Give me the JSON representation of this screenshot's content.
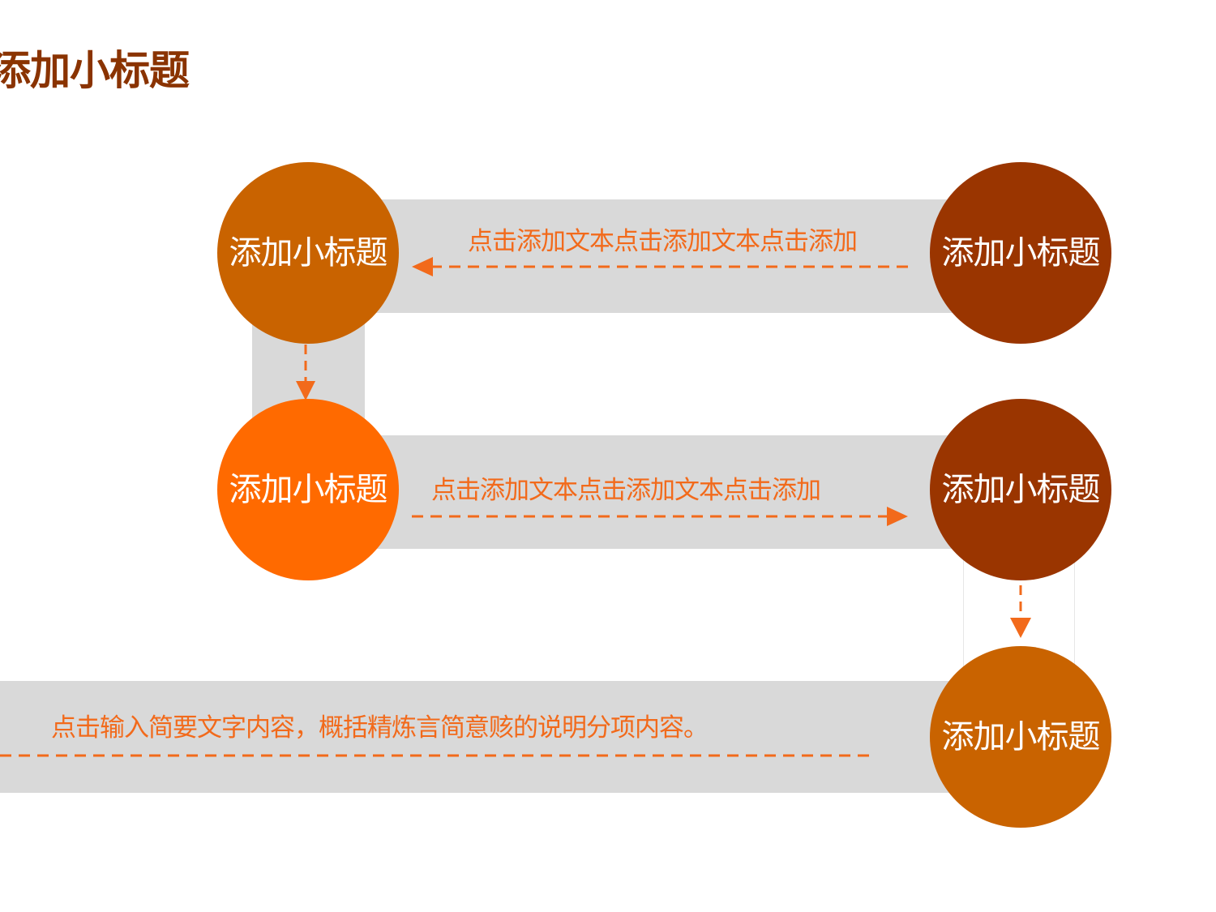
{
  "title": "添加小标题",
  "nodes": [
    {
      "label": "添加小标题",
      "color": "#c96300"
    },
    {
      "label": "添加小标题",
      "color": "#9a3500"
    },
    {
      "label": "添加小标题",
      "color": "#ff6a00"
    },
    {
      "label": "添加小标题",
      "color": "#9a3500"
    },
    {
      "label": "添加小标题",
      "color": "#c96300"
    }
  ],
  "descriptions": [
    "点击添加文本点击添加文本点击添加",
    "点击添加文本点击添加文本点击添加",
    "点击输入简要文字内容，概括精炼言简意赅的说明分项内容。"
  ],
  "colors": {
    "band": "#d9d9d9",
    "dash": "#f26a1b",
    "title": "#8a3300"
  }
}
